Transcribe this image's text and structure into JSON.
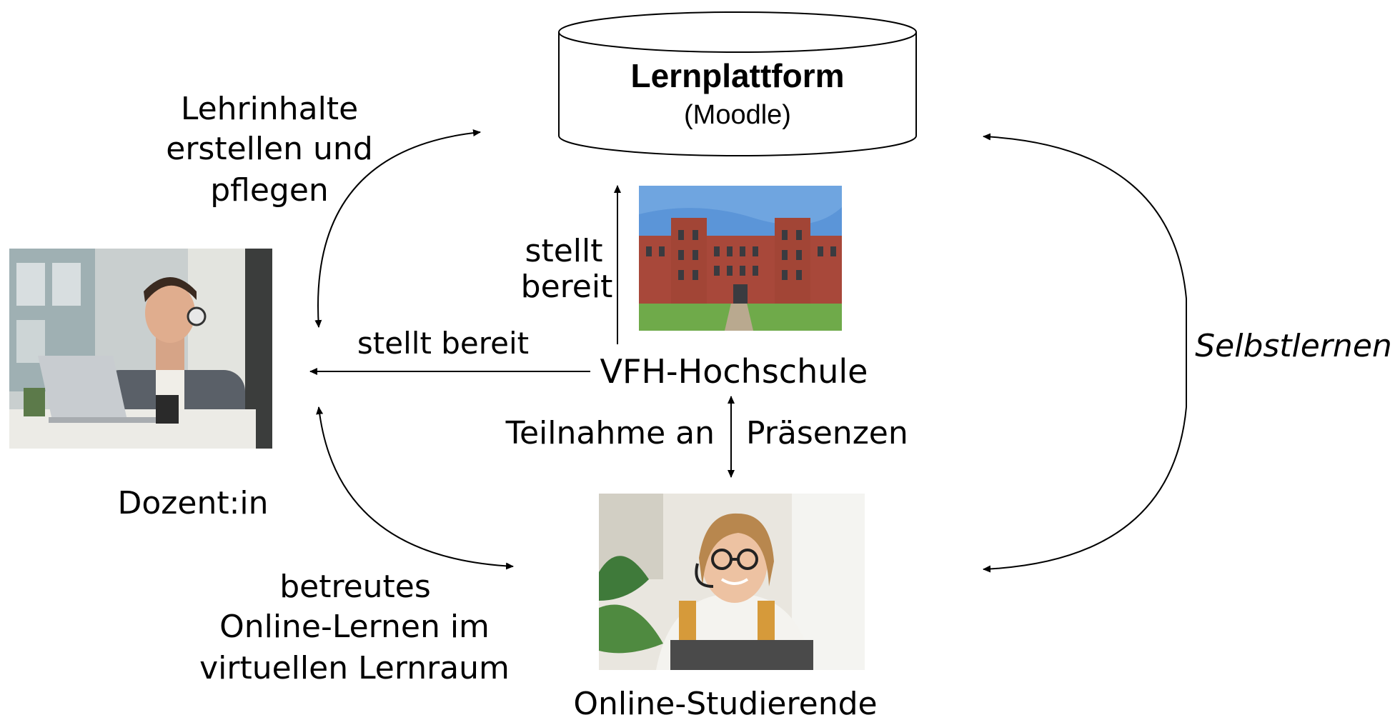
{
  "platform": {
    "title": "Lernplattform",
    "subtitle": "(Moodle)"
  },
  "labels": {
    "lehrinhalte": [
      "Lehrinhalte",
      "erstellen und",
      "pflegen"
    ],
    "stellt_bereit_vertical": [
      "stellt",
      "bereit"
    ],
    "stellt_bereit_horizontal": "stellt bereit",
    "hochschule": "VFH-Hochschule",
    "teilnahme_left": "Teilnahme an",
    "teilnahme_right": "Präsenzen",
    "dozent": "Dozent:in",
    "betreutes": [
      "betreutes",
      "Online-Lernen im",
      "virtuellen Lernraum"
    ],
    "studierende": "Online-Studierende",
    "selbstlernen": "Selbstlernen"
  },
  "images": {
    "lecturer": "lecturer-photo",
    "university": "university-building-photo",
    "student": "student-photo"
  },
  "colors": {
    "line": "#000000",
    "brick": "#a8483a",
    "sky": "#5b95d8",
    "grass": "#6faa4a"
  }
}
